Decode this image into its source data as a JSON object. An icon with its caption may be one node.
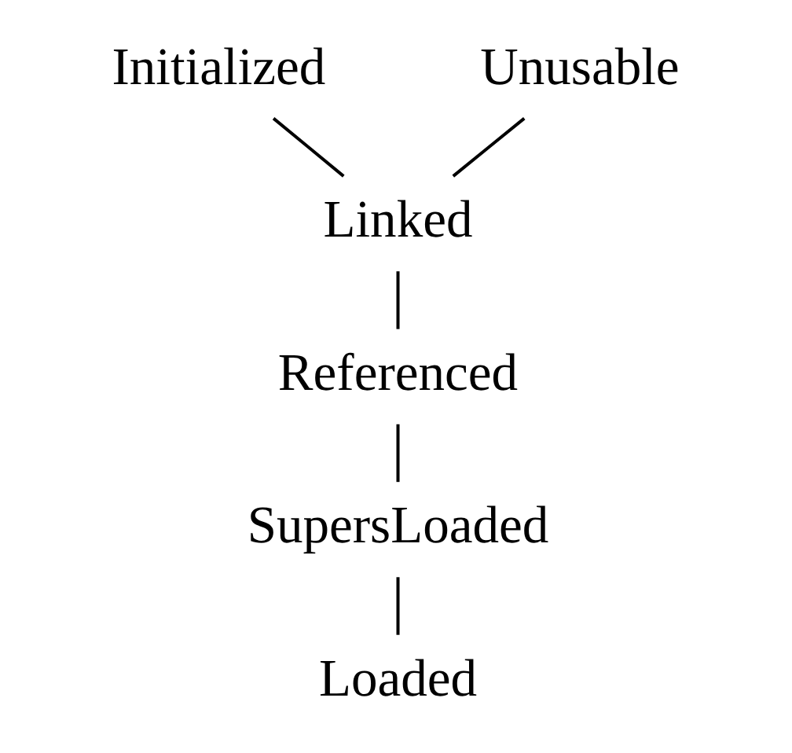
{
  "diagram": {
    "nodes": [
      {
        "text": [
          "Initialized"
        ]
      },
      {
        "text": [
          "Unusable"
        ]
      },
      {
        "text": [
          "Linked"
        ]
      },
      {
        "text": [
          "Referenced"
        ]
      },
      {
        "text": [
          "SupersLoaded"
        ]
      },
      {
        "text": [
          "Loaded"
        ]
      }
    ],
    "edges": [
      {
        "from": 0,
        "to": 2,
        "arrow": "none"
      },
      {
        "from": 1,
        "to": 2,
        "arrow": "none"
      },
      {
        "from": 2,
        "to": 3,
        "arrow": "none"
      },
      {
        "from": 3,
        "to": 4,
        "arrow": "none"
      },
      {
        "from": 4,
        "to": 5,
        "arrow": "none"
      }
    ]
  }
}
